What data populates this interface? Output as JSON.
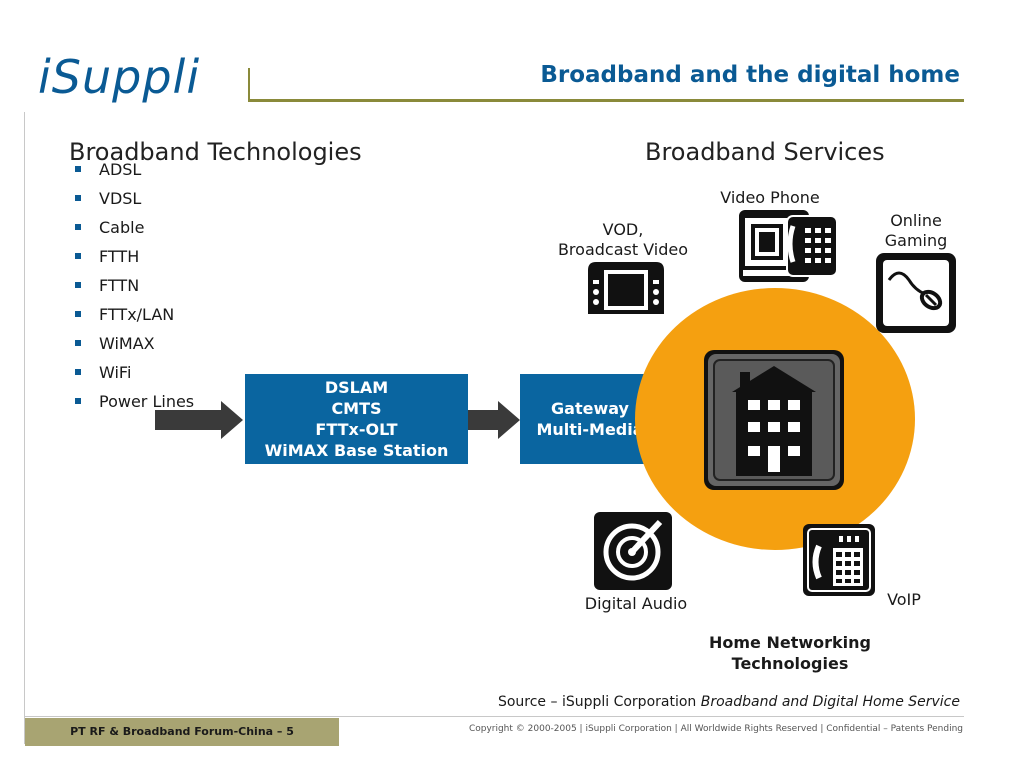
{
  "header": {
    "logo_text": "iSuppli",
    "title": "Broadband and the digital home"
  },
  "technologies": {
    "heading": "Broadband Technologies",
    "items": [
      "ADSL",
      "VDSL",
      "Cable",
      "FTTH",
      "FTTN",
      "FTTx/LAN",
      "WiMAX",
      "WiFi",
      "Power Lines"
    ]
  },
  "services": {
    "heading": "Broadband Services",
    "video_phone": "Video Phone",
    "vod_line1": "VOD,",
    "vod_line2": "Broadcast Video",
    "gaming_line1": "Online",
    "gaming_line2": "Gaming",
    "digital_audio": "Digital Audio",
    "voip": "VoIP"
  },
  "boxes": {
    "dslam_lines": [
      "DSLAM",
      "CMTS",
      "FTTx-OLT",
      "WiMAX Base Station"
    ],
    "gateway_lines": [
      "Gateway",
      "Multi-Media"
    ]
  },
  "home_networking": {
    "line1": "Home Networking",
    "line2": "Technologies"
  },
  "source": {
    "prefix": "Source – iSuppli Corporation",
    "title": "Broadband and Digital Home Service"
  },
  "footer": {
    "left": "PT RF & Broadband Forum-China – 5",
    "copyright": "Copyright © 2000-2005  |  iSuppli Corporation  |  All Worldwide Rights Reserved  |  Confidential – Patents Pending"
  },
  "colors": {
    "brand_blue": "#0a5a94",
    "box_blue": "#0a65a0",
    "orange": "#f5a010",
    "olive": "#a8a472"
  }
}
